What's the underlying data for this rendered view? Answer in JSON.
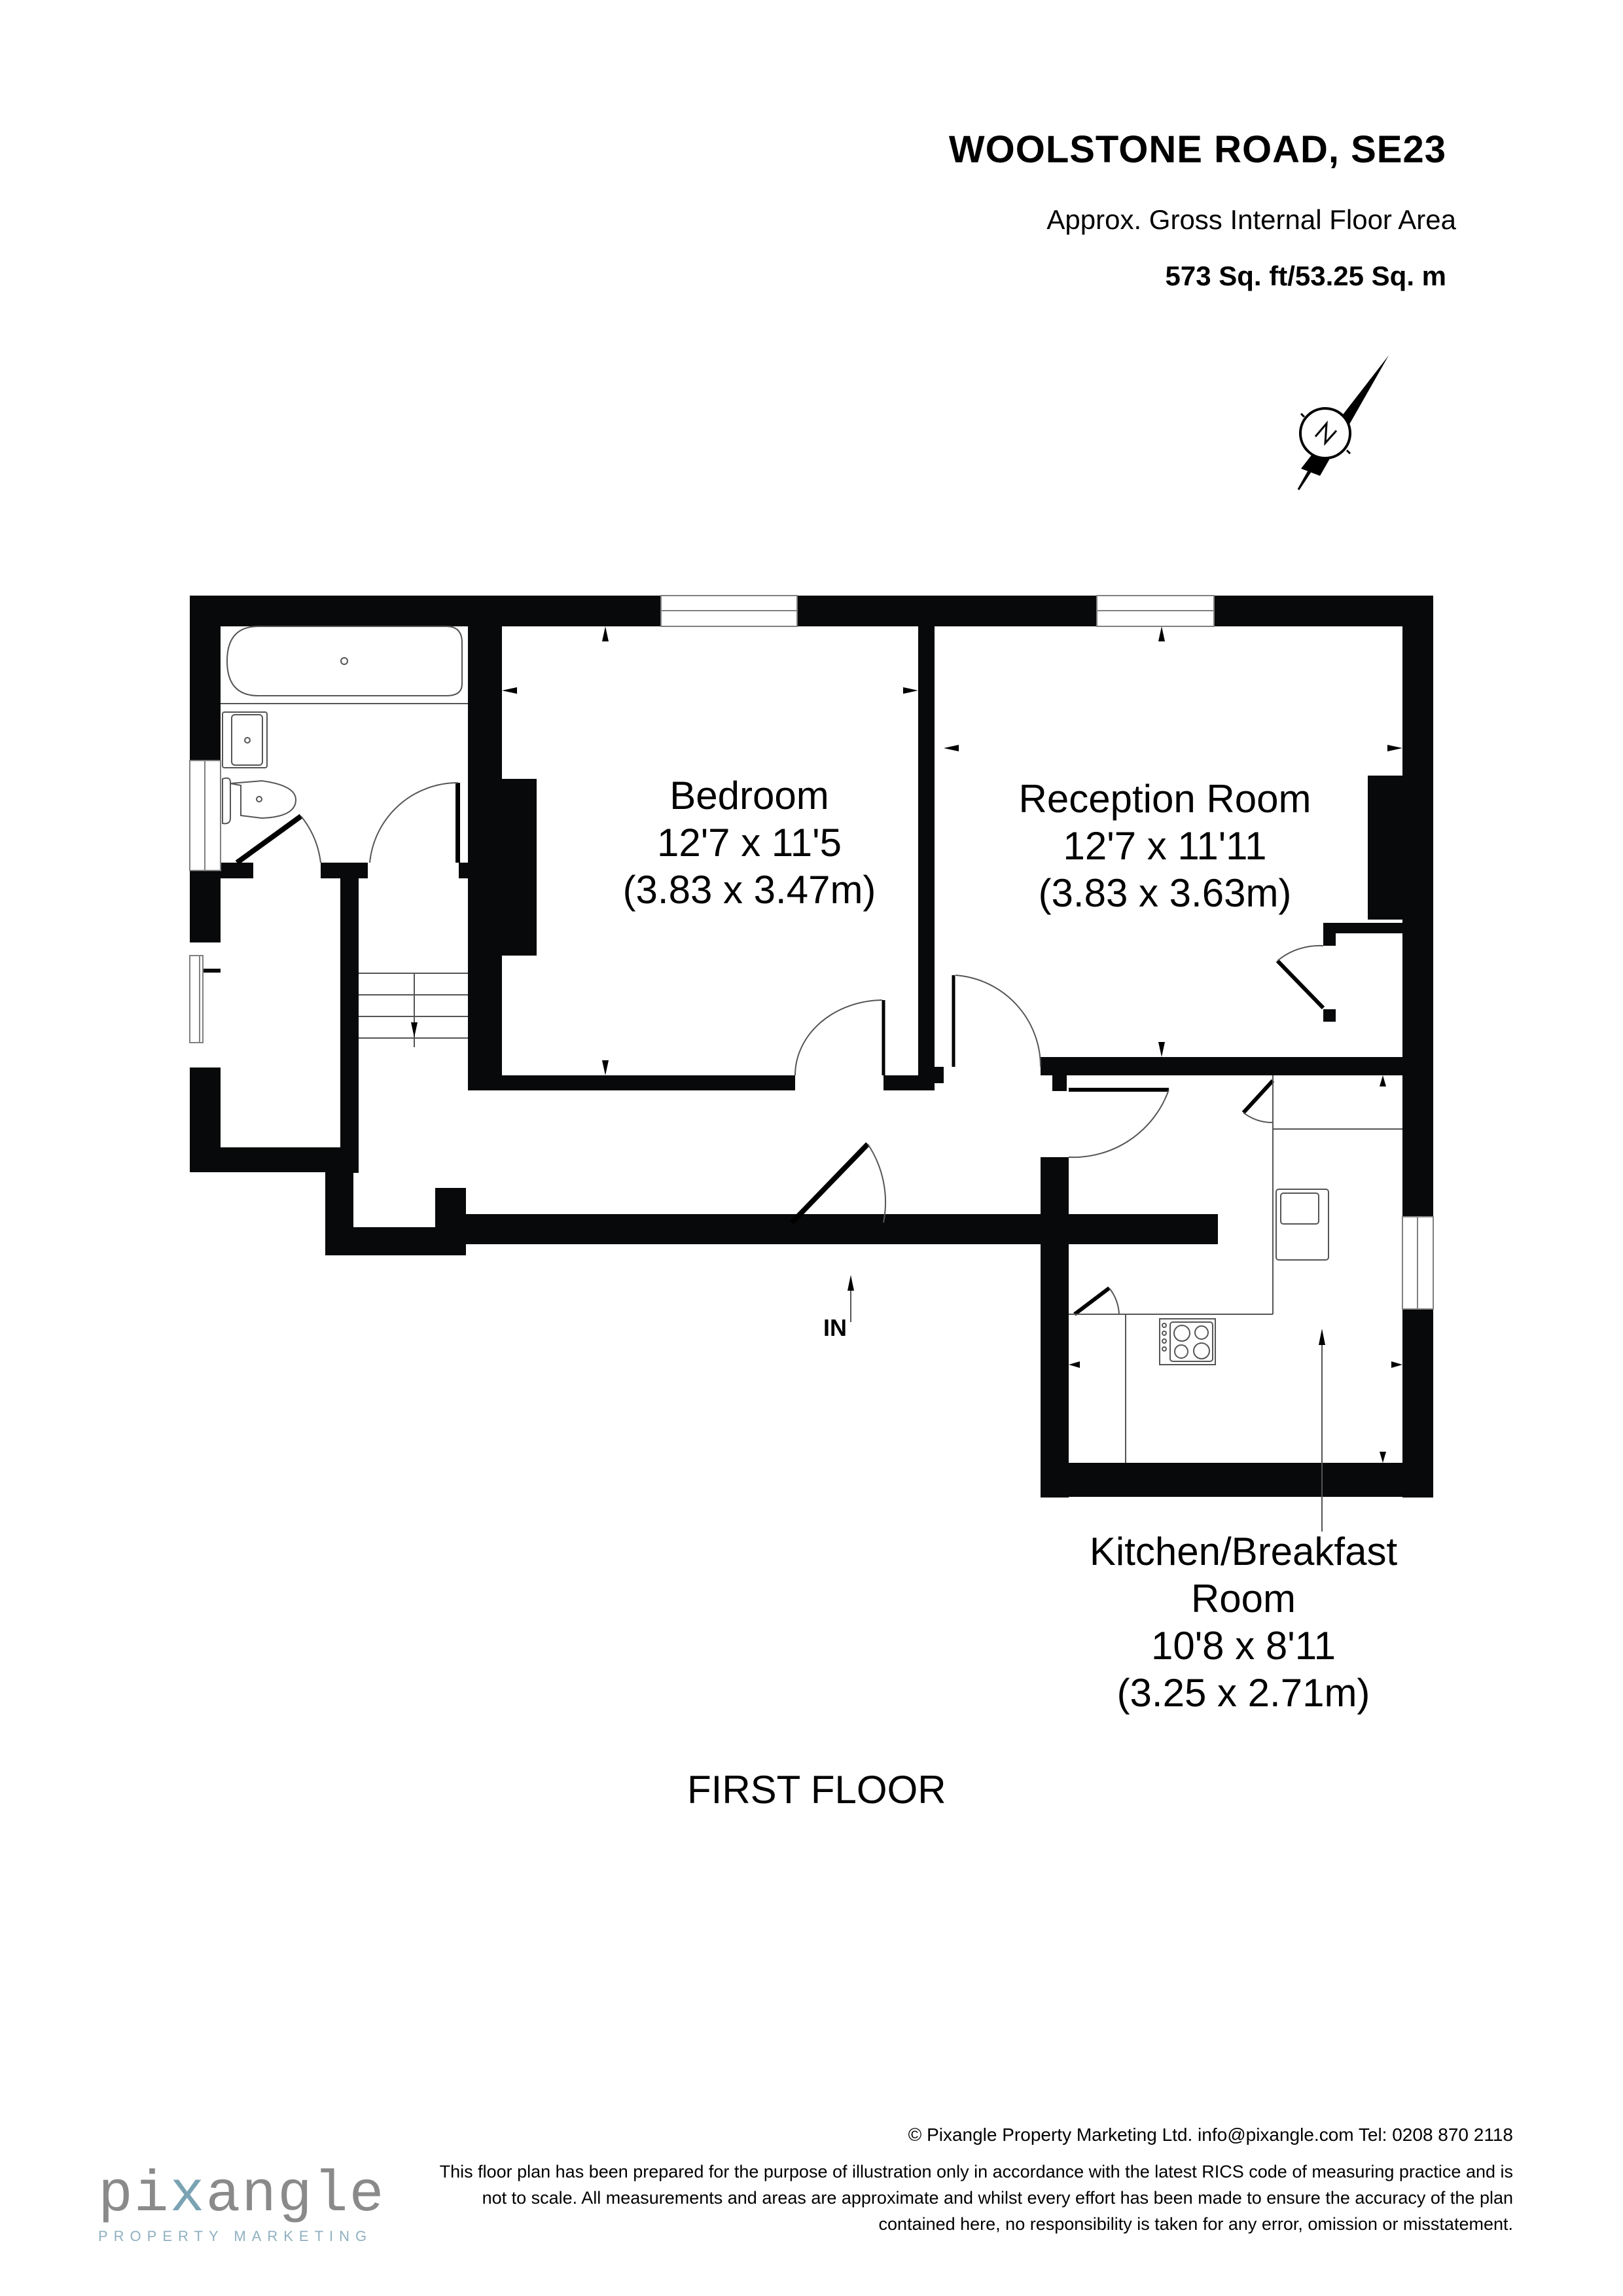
{
  "header": {
    "title": "WOOLSTONE ROAD, SE23",
    "subtitle": "Approx. Gross Internal Floor Area",
    "area": "573 Sq. ft/53.25 Sq. m"
  },
  "compass": {
    "icon": "north-arrow-icon",
    "letter": "N"
  },
  "rooms": {
    "bedroom": {
      "name": "Bedroom",
      "imperial": "12'7 x 11'5",
      "metric": "(3.83 x 3.47m)"
    },
    "reception": {
      "name": "Reception Room",
      "imperial": "12'7 x 11'11",
      "metric": "(3.83 x 3.63m)"
    },
    "kitchen": {
      "name_line1": "Kitchen/Breakfast",
      "name_line2": "Room",
      "imperial": "10'8 x 8'11",
      "metric": "(3.25 x 2.71m)"
    }
  },
  "entrance": {
    "label": "IN"
  },
  "floor_label": "FIRST FLOOR",
  "footer": {
    "copyright": "© Pixangle Property Marketing Ltd. info@pixangle.com Tel: 0208 870 2118",
    "disclaimer": [
      "This floor plan has been prepared for the purpose of illustration only in accordance with the latest RICS code of measuring practice and is",
      "not to scale. All measurements and areas are approximate and whilst every effort has been made to ensure the accuracy of the plan",
      "contained here, no responsibility is taken for any error, omission or misstatement."
    ],
    "logo": {
      "pre": "pi",
      "x": "x",
      "post": "angle",
      "tagline": "PROPERTY MARKETING"
    }
  },
  "colors": {
    "wall": "#08090a",
    "logo_grey": "#8a8a8a",
    "logo_blue": "#7aa3b3"
  }
}
